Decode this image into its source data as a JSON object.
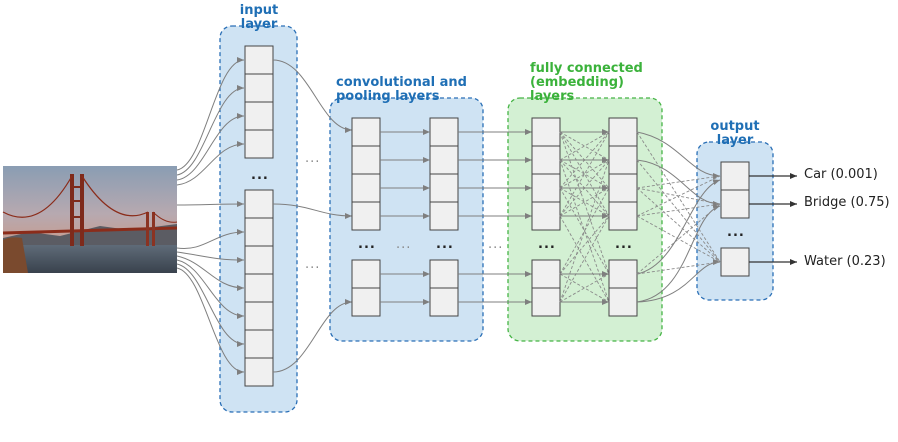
{
  "labels": {
    "input_line1": "input",
    "input_line2": "layer",
    "conv_line1": "convolutional and",
    "conv_line2": "pooling layers",
    "fc_line1": "fully connected",
    "fc_line2": "(embedding)",
    "fc_line3": "layers",
    "output_line1": "output",
    "output_line2": "layer"
  },
  "outputs": [
    {
      "label": "Car (0.001)"
    },
    {
      "label": "Bridge (0.75)"
    },
    {
      "label": "Water (0.23)"
    }
  ],
  "ellipsis": "...",
  "colors": {
    "blue_fill": "#cfe3f3",
    "blue_border": "#2a6fb6",
    "green_fill": "#d3f0d3",
    "green_border": "#46b446",
    "arrow": "#808080"
  },
  "image": {
    "subject": "golden-gate-bridge-photo"
  }
}
